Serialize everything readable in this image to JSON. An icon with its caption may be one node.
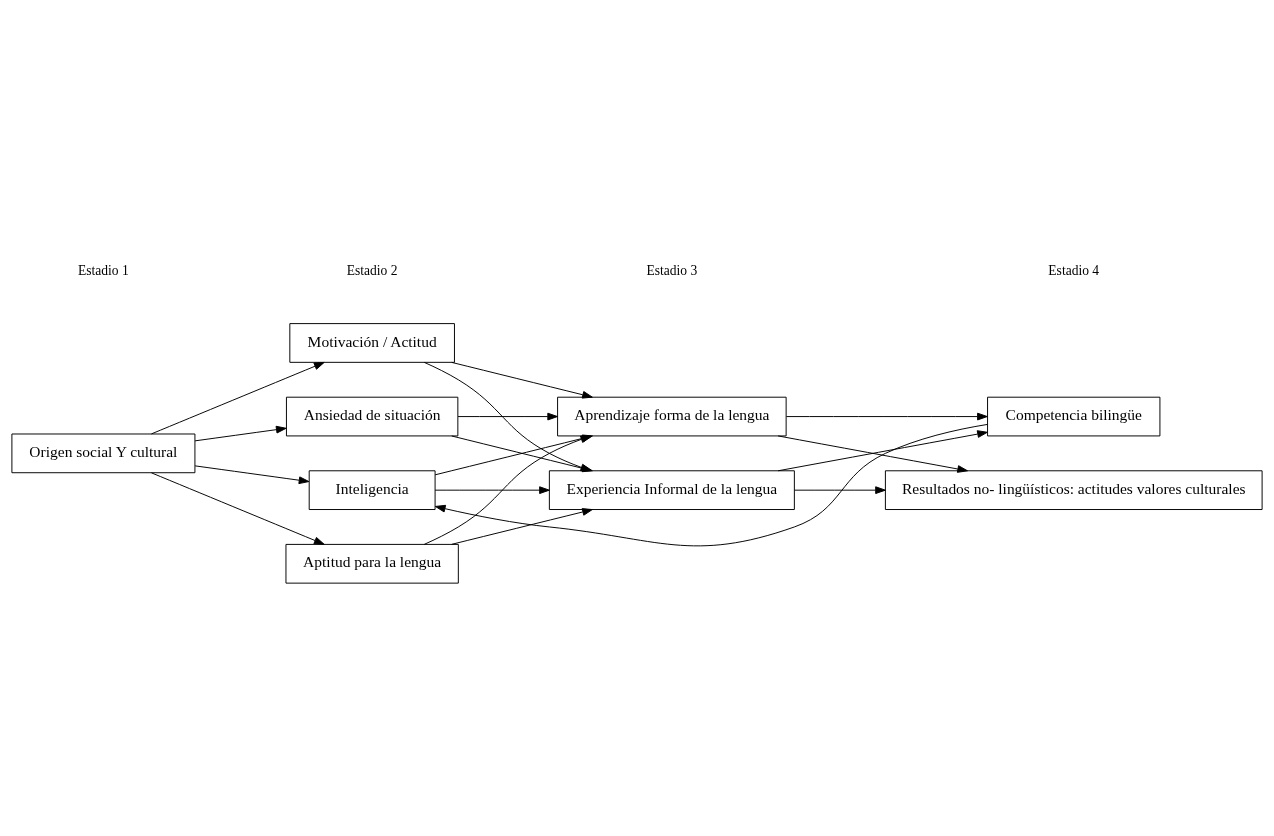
{
  "diagram": {
    "nodes": [
      {
        "text": [
          "Origen social Y cultural"
        ]
      },
      {
        "text": [
          "Inteligencia"
        ]
      },
      {
        "text": [
          "Aptitud para la lengua"
        ]
      },
      {
        "text": [
          "Motivación / Actitud"
        ]
      },
      {
        "text": [
          "Ansiedad de situación"
        ]
      },
      {
        "text": [
          "Aprendizaje forma de la lengua"
        ]
      },
      {
        "text": [
          "Experiencia Informal de la lengua"
        ]
      },
      {
        "text": [
          "Competencia bilingüe"
        ]
      },
      {
        "text": [
          "Resultados no- lingüísticos: actitudes valores culturales"
        ]
      }
    ],
    "edges": [
      {
        "from": 0,
        "to": 1,
        "arrow": "to"
      },
      {
        "from": 0,
        "to": 2,
        "arrow": "to"
      },
      {
        "from": 0,
        "to": 3,
        "arrow": "to"
      },
      {
        "from": 0,
        "to": 4,
        "arrow": "to"
      },
      {
        "from": 1,
        "to": 5,
        "arrow": "to"
      },
      {
        "from": 1,
        "to": 6,
        "arrow": "to"
      },
      {
        "from": 2,
        "to": 5,
        "arrow": "to"
      },
      {
        "from": 2,
        "to": 6,
        "arrow": "to"
      },
      {
        "from": 3,
        "to": 5,
        "arrow": "to"
      },
      {
        "from": 3,
        "to": 6,
        "arrow": "to"
      },
      {
        "from": 4,
        "to": 5,
        "arrow": "to"
      },
      {
        "from": 4,
        "to": 6,
        "arrow": "to"
      },
      {
        "from": 5,
        "to": 7,
        "arrow": "to"
      },
      {
        "from": 5,
        "to": 8,
        "arrow": "to"
      },
      {
        "from": 6,
        "to": 7,
        "arrow": "to"
      },
      {
        "from": 6,
        "to": 8,
        "arrow": "to"
      },
      {
        "from": 7,
        "to": 1,
        "arrow": "to"
      }
    ],
    "labels": [
      "Estadio 1",
      "Estadio 2",
      "Estadio 3",
      "Estadio 4"
    ]
  }
}
